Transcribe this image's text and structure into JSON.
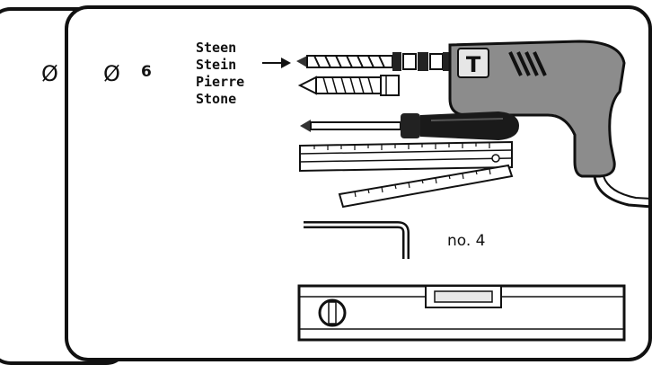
{
  "back_card": {
    "diameter_symbol": "Ø"
  },
  "front_card": {
    "diameter_symbol": "Ø",
    "diameter_value": "6",
    "materials": [
      "Steen",
      "Stein",
      "Pierre",
      "Stone"
    ],
    "hex_key_label": "no. 4"
  },
  "drill": {
    "badge_letter": "T"
  },
  "icons": [
    "drill-icon",
    "masonry-drill-bit-icon",
    "wall-plug-icon",
    "screwdriver-icon",
    "folding-ruler-icon",
    "hex-key-icon",
    "spirit-level-icon",
    "arrow-right-icon"
  ]
}
